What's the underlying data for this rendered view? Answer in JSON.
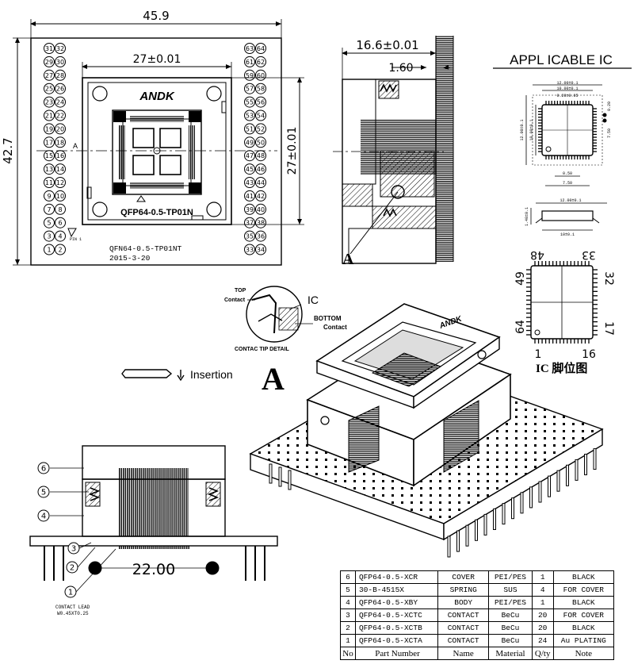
{
  "top_view": {
    "width_dim": "45.9",
    "height_dim": "42.7",
    "window_w_dim": "27±0.01",
    "window_h_dim": "27±0.01",
    "brand": "ANDK",
    "model": "QFP64-0.5-TP01N",
    "pin1_label": "PIN 1",
    "board_model": "QFN64-0.5-TP01NT",
    "board_date": "2015-3-20",
    "section_mark": "A",
    "left_pins": [
      "31",
      "32",
      "29",
      "30",
      "27",
      "28",
      "25",
      "26",
      "23",
      "24",
      "21",
      "22",
      "19",
      "20",
      "17",
      "18",
      "15",
      "16",
      "13",
      "14",
      "11",
      "12",
      "9",
      "10",
      "7",
      "8",
      "5",
      "6",
      "3",
      "4",
      "1",
      "2"
    ],
    "right_pins": [
      "63",
      "64",
      "61",
      "62",
      "59",
      "60",
      "57",
      "58",
      "55",
      "56",
      "53",
      "54",
      "51",
      "52",
      "49",
      "50",
      "47",
      "48",
      "45",
      "46",
      "43",
      "44",
      "41",
      "42",
      "39",
      "40",
      "37",
      "38",
      "35",
      "36",
      "33",
      "34"
    ]
  },
  "side_view": {
    "depth_dim": "16.6±0.01",
    "offset_dim": "1.60",
    "detail_mark": "A"
  },
  "applicable_ic": {
    "title": "APPL ICABLE IC",
    "dims": {
      "body_w": "12.00±0.1",
      "body_in": "10.00±0.1",
      "pitch_tol": "0.20±0.05",
      "side_h1": "12.00±0.1",
      "side_h2": "10.00±0.1",
      "pitch": "0.50",
      "span": "7.50",
      "lead": "0.20",
      "lead2": "7.50",
      "prof_w": "12.00±0.1",
      "prof_in": "10±0.1",
      "prof_h": "1.40±0.1"
    }
  },
  "pin_map": {
    "top_left": "48",
    "top_right": "33",
    "left_top": "49",
    "left_bottom": "64",
    "right_top": "32",
    "right_bottom": "17",
    "bottom_left": "1",
    "bottom_right": "16",
    "caption": "IC 脚位图"
  },
  "contact_detail": {
    "top_label": "TOP",
    "top_label2": "Contact",
    "ic_label": "IC",
    "bottom_label": "BOTTOM",
    "bottom_label2": "Contact",
    "caption": "CONTAC TIP DETAIL",
    "detail_mark": "A",
    "insertion": "Insertion"
  },
  "front_view": {
    "pitch_dim": "22.00",
    "callouts": [
      "6",
      "5",
      "4",
      "3",
      "2",
      "1"
    ],
    "lead_note": "CONTACT LEAD",
    "lead_note2": "W0.45XT0.25"
  },
  "bom": {
    "rows": [
      {
        "no": "6",
        "part": "QFP64-0.5-XCR",
        "name": "COVER",
        "material": "PEI/PES",
        "qty": "1",
        "note": "BLACK"
      },
      {
        "no": "5",
        "part": "30-B-4515X",
        "name": "SPRING",
        "material": "SUS",
        "qty": "4",
        "note": "FOR COVER"
      },
      {
        "no": "4",
        "part": "QFP64-0.5-XBY",
        "name": "BODY",
        "material": "PEI/PES",
        "qty": "1",
        "note": "BLACK"
      },
      {
        "no": "3",
        "part": "QFP64-0.5-XCTC",
        "name": "CONTACT",
        "material": "BeCu",
        "qty": "20",
        "note": "FOR COVER"
      },
      {
        "no": "2",
        "part": "QFP64-0.5-XCTB",
        "name": "CONTACT",
        "material": "BeCu",
        "qty": "20",
        "note": "BLACK"
      },
      {
        "no": "1",
        "part": "QFP64-0.5-XCTA",
        "name": "CONTACT",
        "material": "BeCu",
        "qty": "24",
        "note": "Au PLATING"
      }
    ],
    "header": {
      "no": "No",
      "part": "Part Number",
      "name": "Name",
      "material": "Material",
      "qty": "Q/ty",
      "note": "Note"
    }
  }
}
